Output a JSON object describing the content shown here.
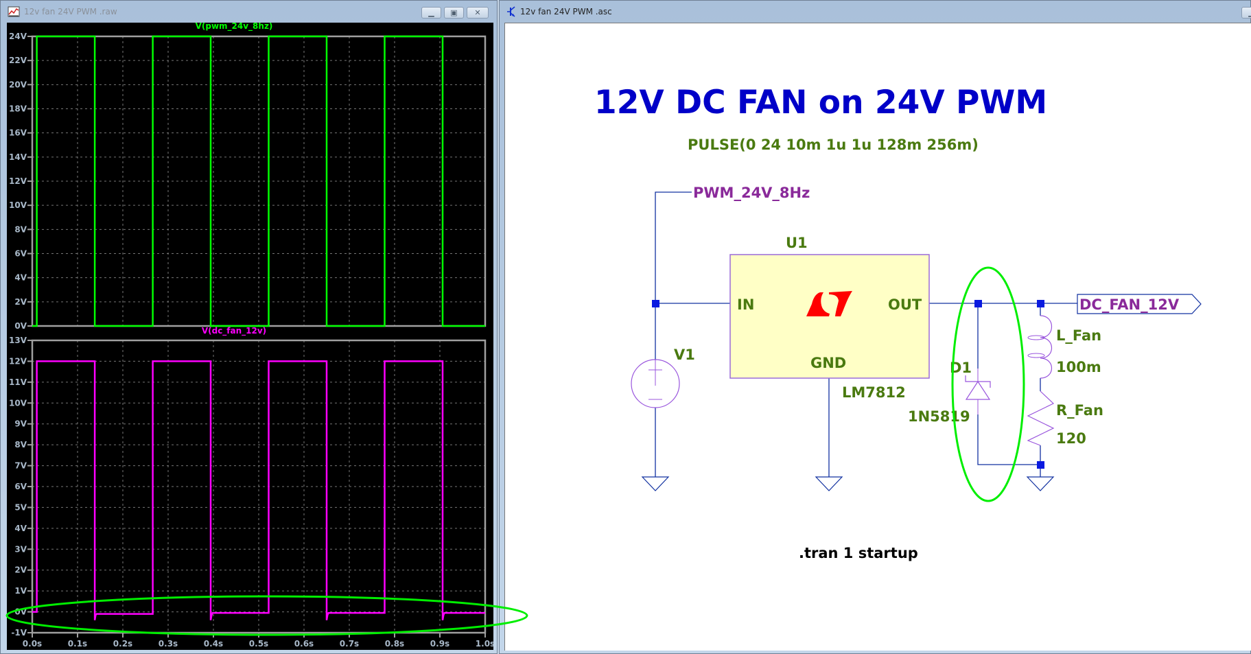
{
  "left_window": {
    "title": "12v fan 24V PWM .raw",
    "icon": "waveform-viewer-icon",
    "buttons": {
      "minimize": "minimize",
      "maximize": "maximize",
      "close": "close"
    }
  },
  "right_window": {
    "title": "12v fan 24V PWM .asc",
    "icon": "transistor-schematic-icon"
  },
  "chart_data": [
    {
      "type": "line",
      "title": "V(pwm_24v_8hz)",
      "trace_color": "#00ff00",
      "xlabel": "",
      "ylabel": "",
      "xlim": [
        0,
        1.0
      ],
      "ylim": [
        0,
        24
      ],
      "grid": true,
      "y_ticks": [
        "24V",
        "22V",
        "20V",
        "18V",
        "16V",
        "14V",
        "12V",
        "10V",
        "8V",
        "6V",
        "4V",
        "2V",
        "0V"
      ],
      "y_tick_values": [
        24,
        22,
        20,
        18,
        16,
        14,
        12,
        10,
        8,
        6,
        4,
        2,
        0
      ],
      "series": [
        {
          "name": "V(pwm_24v_8hz)",
          "x": [
            0,
            0.01,
            0.01,
            0.138,
            0.138,
            0.266,
            0.266,
            0.394,
            0.394,
            0.522,
            0.522,
            0.65,
            0.65,
            0.778,
            0.778,
            0.906,
            0.906,
            1.0
          ],
          "y": [
            0,
            0,
            24,
            24,
            0,
            0,
            24,
            24,
            0,
            0,
            24,
            24,
            0,
            0,
            24,
            24,
            0,
            0
          ]
        }
      ]
    },
    {
      "type": "line",
      "title": "V(dc_fan_12v)",
      "trace_color": "#ff00ff",
      "xlabel": "",
      "ylabel": "",
      "xlim": [
        0,
        1.0
      ],
      "ylim": [
        -1,
        13
      ],
      "grid": true,
      "y_ticks": [
        "13V",
        "12V",
        "11V",
        "10V",
        "9V",
        "8V",
        "7V",
        "6V",
        "5V",
        "4V",
        "3V",
        "2V",
        "1V",
        "0V",
        "-1V"
      ],
      "y_tick_values": [
        13,
        12,
        11,
        10,
        9,
        8,
        7,
        6,
        5,
        4,
        3,
        2,
        1,
        0,
        -1
      ],
      "x_ticks": [
        "0.0s",
        "0.1s",
        "0.2s",
        "0.3s",
        "0.4s",
        "0.5s",
        "0.6s",
        "0.7s",
        "0.8s",
        "0.9s",
        "1.0s"
      ],
      "x_tick_values": [
        0,
        0.1,
        0.2,
        0.3,
        0.4,
        0.5,
        0.6,
        0.7,
        0.8,
        0.9,
        1.0
      ],
      "series": [
        {
          "name": "V(dc_fan_12v)",
          "x": [
            0,
            0.01,
            0.01,
            0.138,
            0.138,
            0.14,
            0.142,
            0.266,
            0.266,
            0.394,
            0.394,
            0.396,
            0.398,
            0.522,
            0.522,
            0.65,
            0.65,
            0.652,
            0.654,
            0.778,
            0.778,
            0.906,
            0.906,
            0.908,
            0.91,
            1.0
          ],
          "y": [
            0,
            0,
            12,
            12,
            -0.4,
            -0.15,
            -0.1,
            -0.1,
            12,
            12,
            -0.4,
            -0.15,
            -0.05,
            -0.05,
            12,
            12,
            -0.4,
            -0.15,
            -0.05,
            -0.05,
            12,
            12,
            -0.4,
            -0.15,
            -0.05,
            -0.05
          ]
        }
      ]
    }
  ],
  "schematic": {
    "title": "12V DC FAN on 24V PWM",
    "source_spec": "PULSE(0 24 10m 1u 1u 128m 256m)",
    "net_labels": {
      "input": "PWM_24V_8Hz",
      "output": "DC_FAN_12V"
    },
    "components": {
      "v1": {
        "ref": "V1"
      },
      "u1": {
        "ref": "U1",
        "part": "LM7812",
        "pins": {
          "in": "IN",
          "out": "OUT",
          "gnd": "GND"
        }
      },
      "d1": {
        "ref": "D1",
        "part": "1N5819"
      },
      "l_fan": {
        "ref": "L_Fan",
        "value": "100m"
      },
      "r_fan": {
        "ref": "R_Fan",
        "value": "120"
      }
    },
    "directive": ".tran 1 startup",
    "colors": {
      "title": "#0000c8",
      "label": "#4a7a10",
      "net": "#8a2a9a",
      "wire": "#1030a0",
      "symbol": "#9955dd",
      "highlight": "#00ee00"
    }
  }
}
